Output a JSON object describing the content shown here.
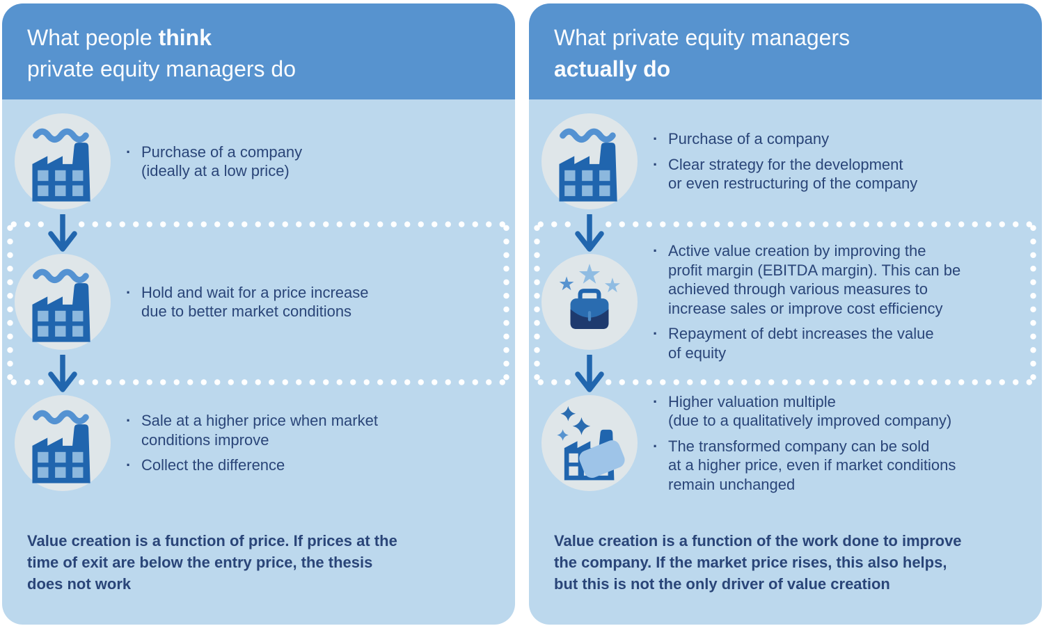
{
  "bullet_char": "·",
  "colors": {
    "page_bg": "#ffffff",
    "header_blue": "#5793cf",
    "header_text": "#fafcfe",
    "body_blue": "#bcd8ed",
    "circle_bg": "#dfe6e9",
    "icon_blue": "#2065ae",
    "icon_blue_mid": "#2a6cb0",
    "win_blue": "#8cb8de",
    "wave_blue": "#5492d2",
    "navy_text": "#2a4578",
    "arrow_blue": "#2166ae",
    "star_light": "#8fbce2",
    "star_mid": "#5793cf",
    "case_dark": "#1e3a6e",
    "clasp_blue": "#4b8ac6",
    "tag_blue": "#9ec4e8",
    "dot_white": "#ffffff"
  },
  "left_panel": {
    "title": {
      "l1a": "What people",
      "l1b": " think",
      "l2": "private equity managers do"
    },
    "rows": [
      {
        "icon": "factory",
        "bullets": [
          [
            "Purchase of a company",
            "(ideally at a low price)"
          ]
        ]
      },
      {
        "icon": "factory",
        "bullets": [
          [
            "Hold and wait for a price increase",
            "due to better market conditions"
          ]
        ]
      },
      {
        "icon": "factory",
        "bullets": [
          [
            "Sale at a higher price when market",
            "conditions improve"
          ],
          [
            "Collect the difference"
          ]
        ]
      }
    ],
    "summary": [
      "Value creation is a function of price. If prices at the",
      "time of exit are below the entry price, the thesis",
      "does not work"
    ]
  },
  "right_panel": {
    "title": {
      "l1": "What private equity managers",
      "l2": "actually do"
    },
    "rows": [
      {
        "icon": "factory",
        "bullets": [
          [
            "Purchase of a company"
          ],
          [
            "Clear strategy for the development",
            "or even restructuring of the company"
          ]
        ]
      },
      {
        "icon": "briefcase-stars",
        "bullets": [
          [
            "Active value creation by improving the",
            "profit margin (EBITDA margin). This can be",
            "achieved through various measures to",
            "increase sales or improve cost efficiency"
          ],
          [
            "Repayment of debt increases the value",
            "of equity"
          ]
        ]
      },
      {
        "icon": "factory-sparkle-tag",
        "bullets": [
          [
            "Higher valuation multiple",
            "(due to a qualitatively improved company)"
          ],
          [
            "The transformed company can be sold",
            "at a higher price, even if market conditions",
            "remain unchanged"
          ]
        ]
      }
    ],
    "summary": [
      "Value creation is a function of the work done to improve",
      "the company. If the market price rises, this also helps,",
      "but this is not the only driver of value creation"
    ]
  }
}
